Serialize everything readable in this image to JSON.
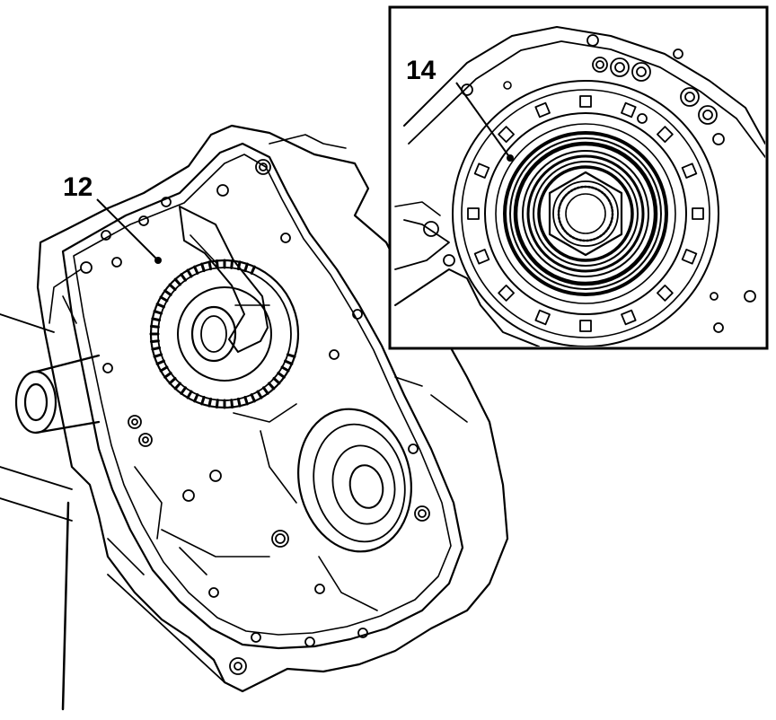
{
  "figure": {
    "callouts": [
      {
        "id": "main",
        "label": "12"
      },
      {
        "id": "inset",
        "label": "14"
      }
    ],
    "colors": {
      "ink": "#000000",
      "paper": "#ffffff"
    }
  }
}
